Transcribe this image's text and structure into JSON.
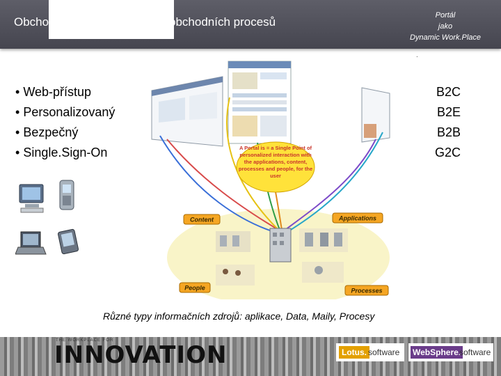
{
  "header": {
    "title": "Obchodní portály a integrace obchodních procesů",
    "sub_line1": "Portál",
    "sub_line2": "jako",
    "sub_line3": "Dynamic Work.Place"
  },
  "bullets": [
    "Web-přístup",
    "Personalizovaný",
    "Bezpečný",
    "Single.Sign-On"
  ],
  "business_types": [
    "B2C",
    "B2E",
    "B2B",
    "G2C"
  ],
  "portal_graphic": {
    "definition": "A Portal is = a Single Point of personalized interaction with the applications, content, processes and people, for the user",
    "labels": {
      "content": "Content",
      "applications": "Applications",
      "people": "People",
      "processes": "Processes"
    }
  },
  "caption": "Různé typy informačních zdrojů: aplikace, Data, Maily, Procesy",
  "footer": {
    "tagline": "THE WORKPLACE FOR",
    "innovation": "INNOVATION",
    "lotus": "Lotus.",
    "lotus_software": "software",
    "websphere": "WebSphere.",
    "websphere_software": "software"
  },
  "colors": {
    "header_bg": "#4f4f59",
    "label_orange": "#f5a623",
    "callout_yellow": "#ffe23a"
  }
}
